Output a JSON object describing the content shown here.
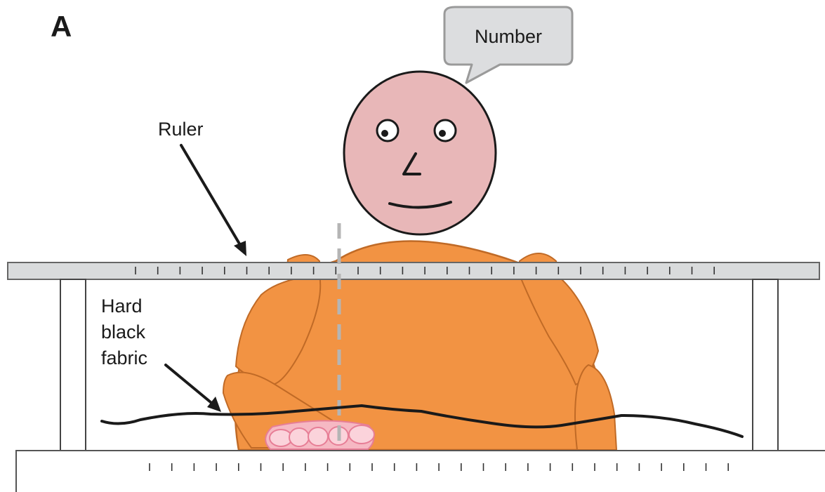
{
  "panel_label": "A",
  "speech_bubble": {
    "text": "Number"
  },
  "labels": {
    "ruler": "Ruler",
    "fabric_line1": "Hard",
    "fabric_line2": "black",
    "fabric_line3": "fabric"
  },
  "colors": {
    "skin": "#e8b7b8",
    "body": "#f29343",
    "body_outline": "#c06a26",
    "ruler_fill": "#d9dbdc",
    "bubble_fill": "#dcdddf",
    "bubble_outline": "#9a9a9a",
    "hand": "#f6b8c3",
    "hand_outline": "#e77e96",
    "guide_dashes": "#b5b5b5",
    "ink": "#1a1a1a"
  }
}
